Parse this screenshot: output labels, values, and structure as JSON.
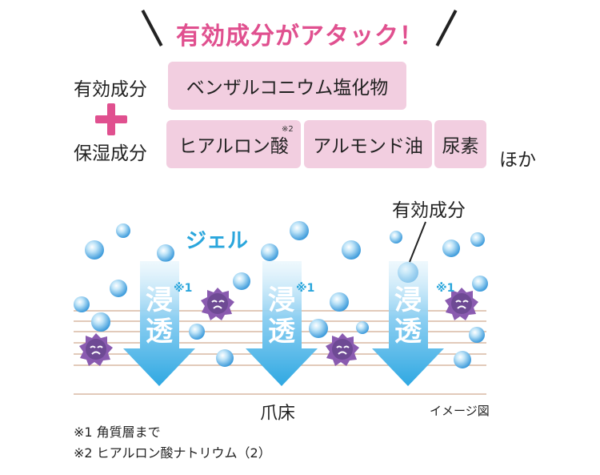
{
  "headline": "有効成分がアタック！",
  "ingredients": {
    "active_label": "有効成分",
    "active_items": [
      "ベンザルコニウム塩化物"
    ],
    "moist_label": "保湿成分",
    "moist_items": [
      "ヒアルロン酸",
      "アルモンド油",
      "尿素"
    ],
    "moist_note_mark": "※2",
    "suffix": "ほか"
  },
  "diagram": {
    "gel_label": "ジェル",
    "active_pointer_label": "有効成分",
    "arrow_text_top": "浸",
    "arrow_text_bottom": "透",
    "arrow_note_mark": "※1",
    "floor_label": "爪床",
    "image_label": "イメージ図"
  },
  "footnotes": [
    "※1 角質層まで",
    "※2 ヒアルロン酸ナトリウム（2）"
  ],
  "colors": {
    "headline": "#e0508f",
    "pill": "#f2cee0",
    "plus": "#e0508f",
    "gel": "#2aa6dc",
    "arrow": "#3cb0e4",
    "bubble": "#3aa0e0",
    "germ": "#8a5bb0"
  }
}
